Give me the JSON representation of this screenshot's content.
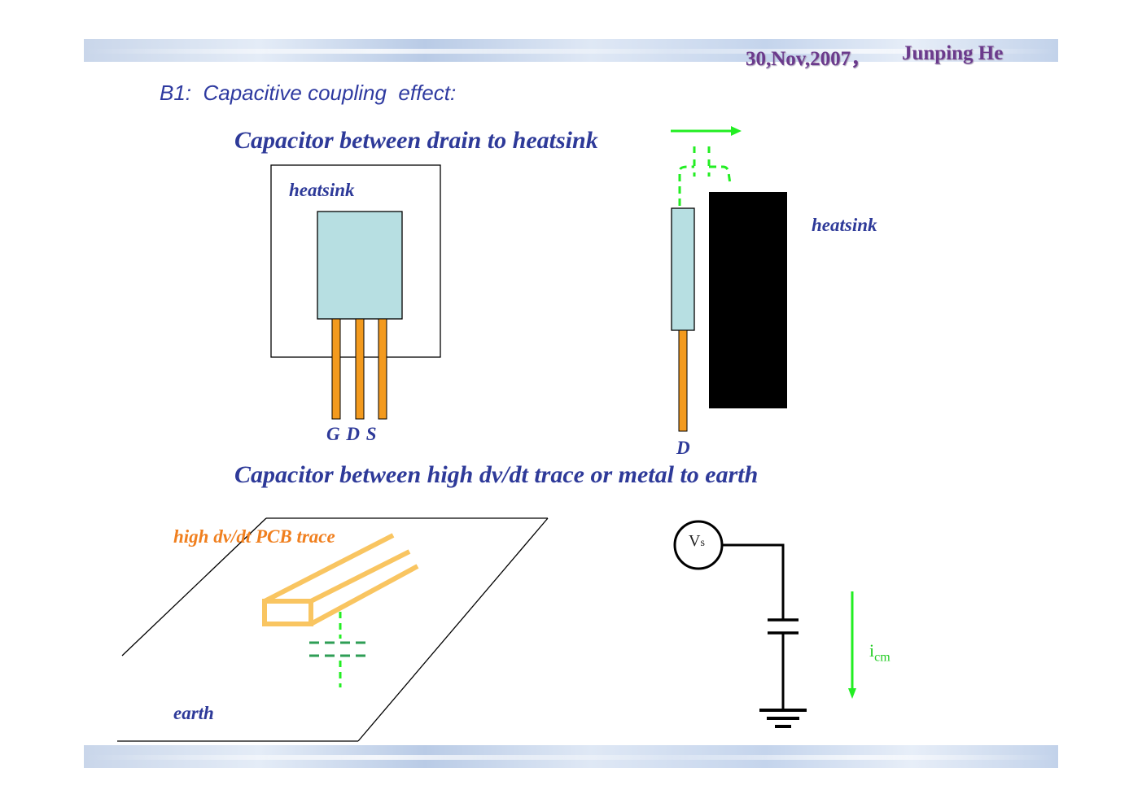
{
  "header": {
    "date": "30,Nov,2007，",
    "author": "Junping He"
  },
  "subtitle": "B1:  Capacitive coupling  effect:",
  "section1": {
    "title": "Capacitor between drain to heatsink",
    "front_view_label": "heatsink",
    "pin_labels": "G D S",
    "side_view_label": "heatsink",
    "drain_label": "D"
  },
  "section2": {
    "title": "Capacitor between high dv/dt trace or metal to earth",
    "trace_label": "high dv/dt PCB trace",
    "earth_label": "earth",
    "source_label": "V",
    "source_label_sub": "s",
    "current_label": "i",
    "current_label_sub": "cm"
  },
  "colors": {
    "title_blue": "#2e3a99",
    "header_purple": "#6b3a8c",
    "package": "#b7dfe2",
    "pin_orange": "#f39a1e",
    "trace_orange": "#f9c561",
    "coupling_green": "#22ee22",
    "dashed_green": "#2e9e55",
    "heatsink_black": "#000000"
  }
}
